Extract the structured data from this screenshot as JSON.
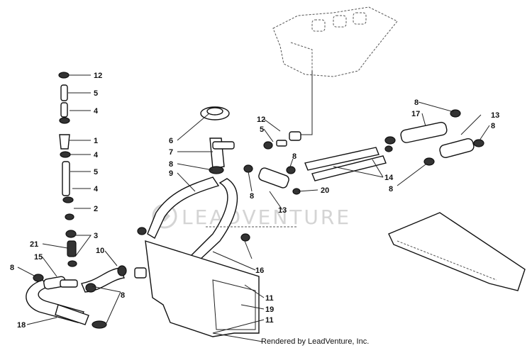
{
  "labels": [
    "12",
    "5",
    "4",
    "1",
    "4",
    "5",
    "4",
    "2",
    "3",
    "21",
    "15",
    "8",
    "10",
    "18",
    "8",
    "6",
    "7",
    "8",
    "9",
    "12",
    "5",
    "8",
    "8",
    "13",
    "20",
    "14",
    "8",
    "17",
    "13",
    "8",
    "8",
    "16",
    "11",
    "19",
    "11"
  ],
  "watermark": "LEADVENTURE",
  "credit": "Rendered by LeadVenture, Inc."
}
